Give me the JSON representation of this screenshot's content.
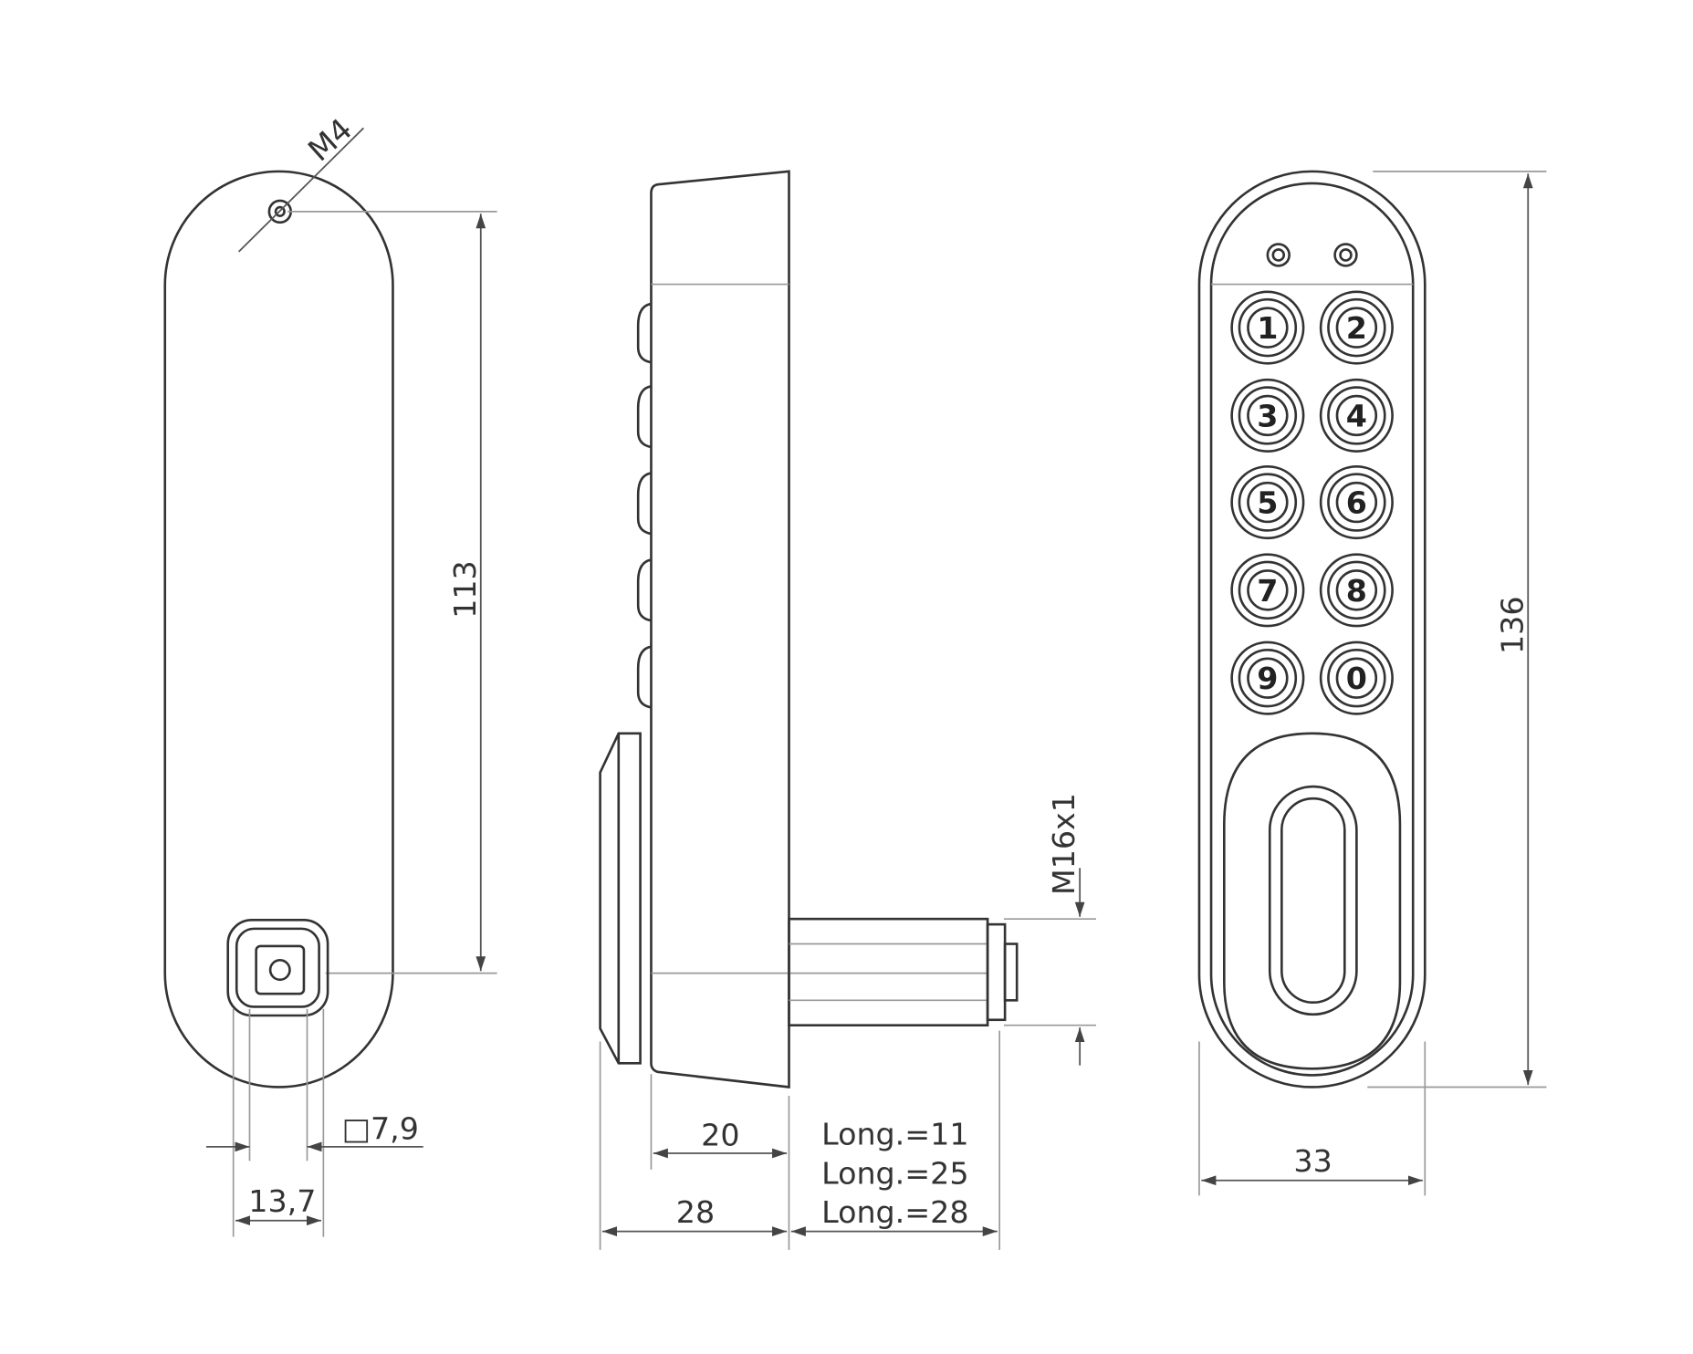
{
  "left_view": {
    "thread_label": "M4",
    "height_dim": "113",
    "square_label": "□7,9",
    "width_dim": "13,7"
  },
  "side_view": {
    "thread_label": "M16x1",
    "dim_20": "20",
    "dim_28": "28",
    "lengths": [
      "Long.=11",
      "Long.=25",
      "Long.=28"
    ]
  },
  "front_view": {
    "height_dim": "136",
    "width_dim": "33",
    "keys": [
      "1",
      "2",
      "3",
      "4",
      "5",
      "6",
      "7",
      "8",
      "9",
      "0"
    ]
  }
}
